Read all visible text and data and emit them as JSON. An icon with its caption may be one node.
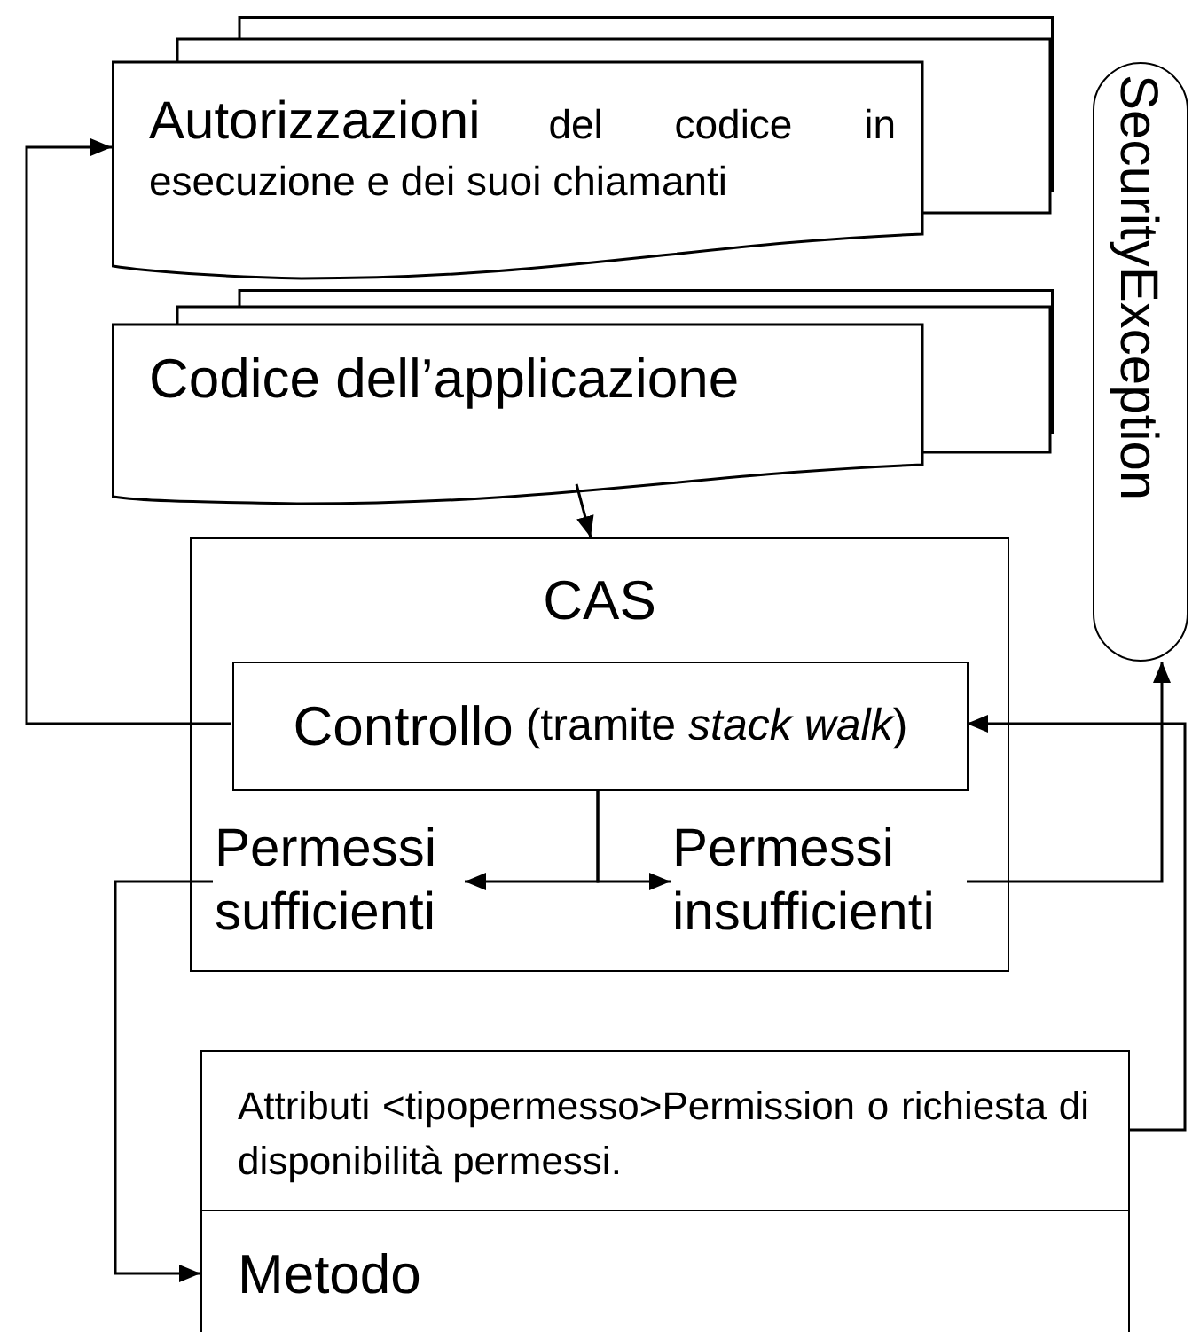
{
  "diagram": {
    "nodes": [
      {
        "text": [
          "Autorizzazioni",
          "del codice in esecuzione e dei suoi chiamanti"
        ]
      },
      {
        "text": [
          "SecurityException"
        ]
      },
      {
        "text": [
          "Codice dell’applicazione"
        ]
      },
      {
        "text": [
          "CAS"
        ]
      },
      {
        "text": [
          "Controllo",
          "(tramite *stack walk*)"
        ],
        "in": 3
      },
      {
        "text": [
          "Permessi sufficienti"
        ],
        "in": 3
      },
      {
        "text": [
          "Permessi insufficienti"
        ],
        "in": 3
      },
      {
        "text": [
          "Attributi <tipopermesso>Permission o richiesta di disponibilità permessi."
        ]
      },
      {
        "text": [
          "Metodo"
        ]
      }
    ],
    "edges": [
      {
        "from": 4,
        "to": 0,
        "arrow": "to"
      },
      {
        "from": 2,
        "to": 3,
        "arrow": "to"
      },
      {
        "from": 4,
        "to": 5,
        "arrow": "to"
      },
      {
        "from": 4,
        "to": 6,
        "arrow": "to"
      },
      {
        "from": 6,
        "to": 1,
        "arrow": "to"
      },
      {
        "from": 7,
        "to": 4,
        "arrow": "to"
      },
      {
        "from": 5,
        "to": 8,
        "arrow": "to"
      }
    ]
  }
}
